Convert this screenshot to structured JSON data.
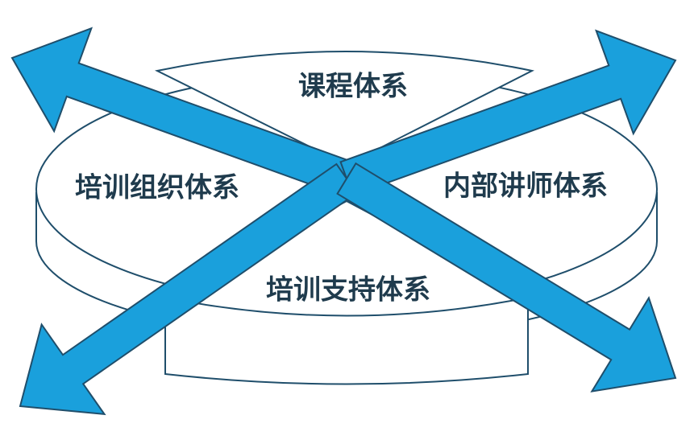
{
  "diagram": {
    "segments": [
      {
        "label": "课程体系"
      },
      {
        "label": "内部讲师体系"
      },
      {
        "label": "培训支持体系"
      },
      {
        "label": "培训组织体系"
      }
    ],
    "colors": {
      "arrow": "#1AA0DC",
      "stroke": "#1F4E6B",
      "text": "#1F3B4D"
    }
  }
}
